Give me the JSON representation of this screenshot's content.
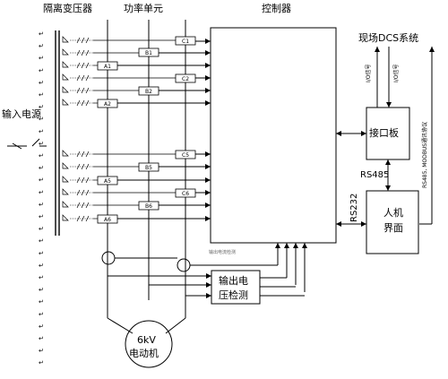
{
  "labels": {
    "isolation_transformer": "隔离变压器",
    "power_unit": "功率单元",
    "controller": "控制器",
    "site_dcs": "现场DCS系统",
    "io_signal_1": "I/O信号",
    "io_signal_2": "I/O信号",
    "rs485_modbus": "RS485, MODBUS通讯协议",
    "interface_board": "接口板",
    "rs485": "RS485",
    "rs232": "RS232",
    "hmi_line1": "人机",
    "hmi_line2": "界面",
    "input_power": "输入电源",
    "output_current_detect": "输出电流检测",
    "output_voltage_line1": "输出电",
    "output_voltage_line2": "压检测",
    "motor_line1": "6kV",
    "motor_line2": "电动机"
  },
  "cells": {
    "a1": "A1",
    "a2": "A2",
    "a5": "A5",
    "a6": "A6",
    "b1": "B1",
    "b2": "B2",
    "b5": "B5",
    "b6": "B6",
    "c1": "C1",
    "c2": "C2",
    "c5": "C5",
    "c6": "C6"
  }
}
